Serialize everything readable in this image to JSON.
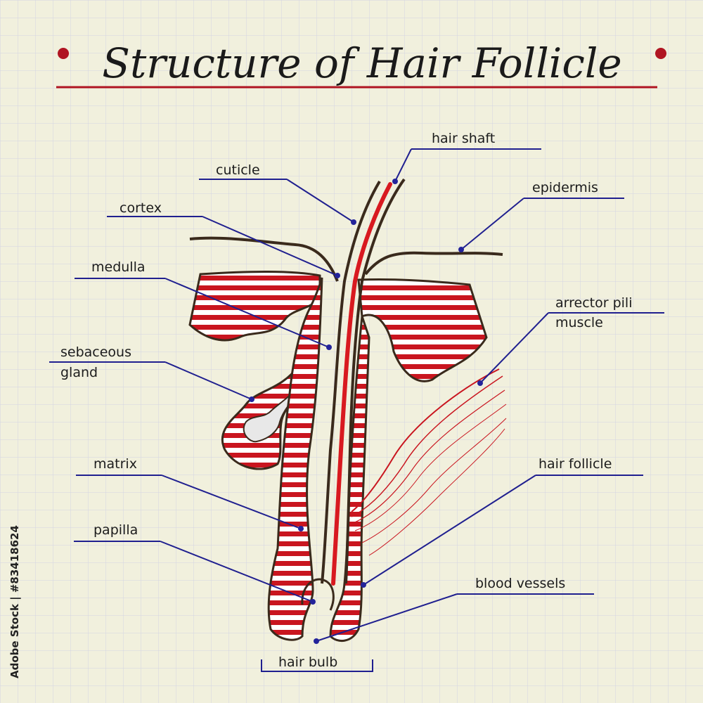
{
  "title": "Structure of Hair Follicle",
  "colors": {
    "paper": "#f1f0dd",
    "grid": "#d4d4e4",
    "red": "#c9151f",
    "outline": "#3a2a1c",
    "leader": "#1f1f8f",
    "dot": "#23239a"
  },
  "labels": {
    "hair_shaft": "hair  shaft",
    "cuticle": "cuticle",
    "epidermis": "epidermis",
    "cortex": "cortex",
    "medulla": "medulla",
    "arrector_line1": "arrector  pili",
    "arrector_line2": "muscle",
    "sebaceous_line1": "sebaceous",
    "sebaceous_line2": "gland",
    "matrix": "matrix",
    "hair_follicle": "hair  follicle",
    "papilla": "papilla",
    "blood_vessels": "blood  vessels",
    "hair_bulb": "hair  bulb"
  },
  "side_text": "Adobe Stock | #83418624"
}
